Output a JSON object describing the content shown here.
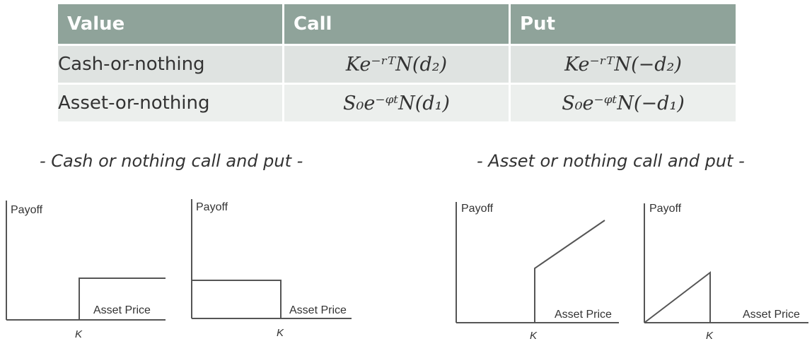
{
  "table": {
    "headers": [
      "Value",
      "Call",
      "Put"
    ],
    "rows": [
      {
        "label": "Cash-or-nothing",
        "call": "Ke⁻ʳᵀN(d₂)",
        "put": "Ke⁻ʳᵀN(−d₂)"
      },
      {
        "label": "Asset-or-nothing",
        "call": "S₀e⁻ᵠᵗN(d₁)",
        "put": "S₀e⁻ᵠᵗN(−d₁)"
      }
    ]
  },
  "captions": {
    "cash": "- Cash or nothing call and put -",
    "asset": "- Asset or nothing call and put -"
  },
  "diagrams": [
    {
      "name": "cash-or-nothing-call",
      "y_label": "Payoff",
      "x_label": "Asset Price",
      "strike_label": "K"
    },
    {
      "name": "cash-or-nothing-put",
      "y_label": "Payoff",
      "x_label": "Asset Price",
      "strike_label": "K"
    },
    {
      "name": "asset-or-nothing-call",
      "y_label": "Payoff",
      "x_label": "Asset Price",
      "strike_label": "K"
    },
    {
      "name": "asset-or-nothing-put",
      "y_label": "Payoff",
      "x_label": "Asset Price",
      "strike_label": "K"
    }
  ],
  "colors": {
    "header_bg": "#8fa39a",
    "row1_bg": "#dfe3e1",
    "row2_bg": "#ecefed",
    "line": "#555555"
  }
}
